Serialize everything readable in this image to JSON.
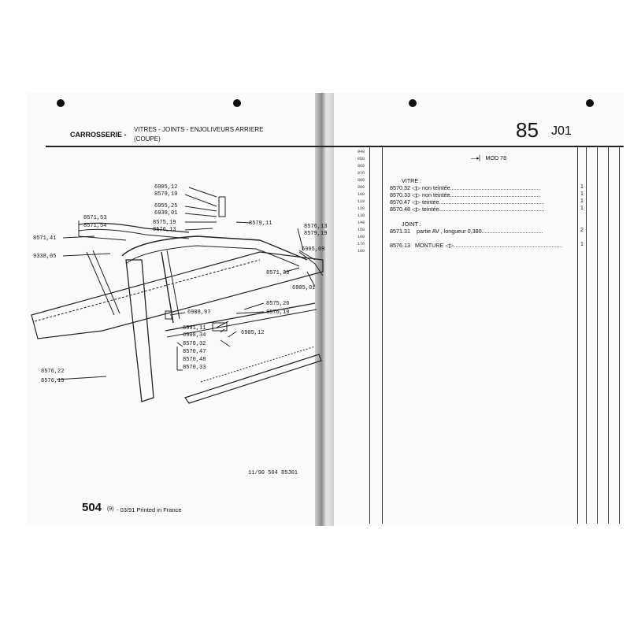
{
  "header": {
    "section": "CARROSSERIE -",
    "title_line1": "VITRES - JOINTS - ENJOLIVEURS ARRIERE",
    "title_line2": "(COUPE)",
    "page_number": "85",
    "page_code": "J01"
  },
  "line_numbers": [
    "040",
    "050",
    "060",
    "070",
    "080",
    "090",
    "100",
    "110",
    "120",
    "130",
    "140",
    "150",
    "160",
    "170",
    "180"
  ],
  "right_column": {
    "model": "MOD 78",
    "group_vitre": "VITRE :",
    "group_joint": "JOINT :",
    "parts": [
      {
        "ref": "8570.32",
        "desc": "non teintée",
        "qty": "1"
      },
      {
        "ref": "8570.33",
        "desc": "non teintée",
        "qty": "1"
      },
      {
        "ref": "8570.47",
        "desc": "teintée",
        "qty": "1"
      },
      {
        "ref": "8570.48",
        "desc": "teintée",
        "qty": "1"
      },
      {
        "ref": "8571.31",
        "desc": "partie AV , longueur 0,380",
        "qty": "2"
      },
      {
        "ref": "8576.13",
        "desc": "MONTURE",
        "qty": "1"
      }
    ]
  },
  "diagram_labels": {
    "l1": "6905,12",
    "l2": "8579,10",
    "l3": "6955,25",
    "l4": "6938,01",
    "l5": "8575,19",
    "l6": "8576,13",
    "l7": "8579,11",
    "l8": "8571,53",
    "l9": "8571,54",
    "l10": "8571,41",
    "l11": "9338,05",
    "l12": "8576,13",
    "l13": "8579,19",
    "l14": "6905,09",
    "l15": "8571,33",
    "l16": "6905,01",
    "l17": "8575,26",
    "l18": "8576,19",
    "l19": "6908,97",
    "l20": "6991,11",
    "l21": "6908,34",
    "l22": "6905,12",
    "l23": "8570,32",
    "l24": "8570,47",
    "l25": "8570,48",
    "l26": "8570,33",
    "l27": "8576,22",
    "l28": "8576,15"
  },
  "footer": {
    "ref_code": "11/90  504  85J01",
    "model_num": "504",
    "edition": "(9)",
    "printed": "- 03/91 Printed in France"
  }
}
